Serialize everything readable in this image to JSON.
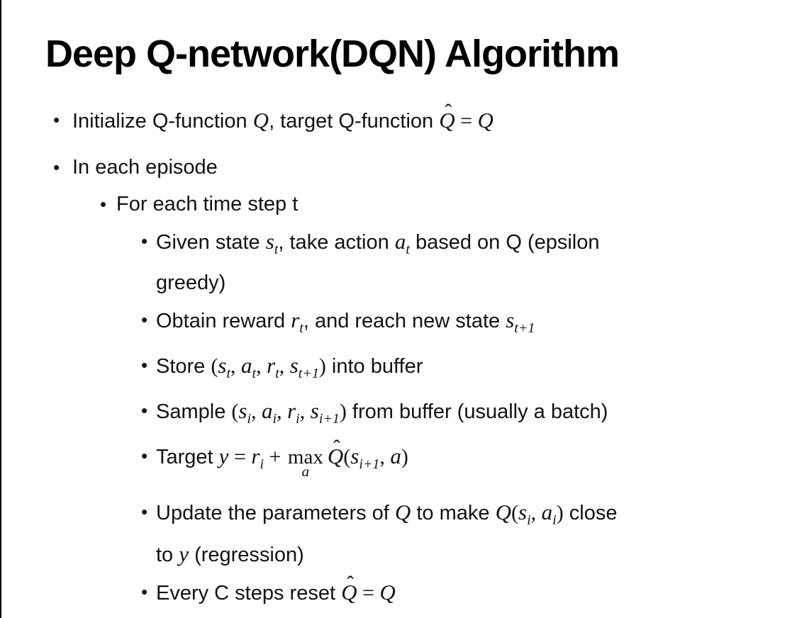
{
  "glyphs": {
    "bullet": "•",
    "hat": "ˆ"
  },
  "colors": {
    "background": "#ffffff",
    "text": "#121212",
    "border": "#000000"
  },
  "slide": {
    "title": "Deep Q-network(DQN) Algorithm",
    "bullets": [
      {
        "level": 1,
        "segments": [
          {
            "k": "t",
            "v": "Initialize Q-function "
          },
          {
            "k": "m",
            "v": "Q"
          },
          {
            "k": "t",
            "v": ", target Q-function "
          },
          {
            "k": "h",
            "v": "Q"
          },
          {
            "k": "o",
            "v": " = "
          },
          {
            "k": "m",
            "v": "Q"
          }
        ]
      },
      {
        "level": 1,
        "segments": [
          {
            "k": "t",
            "v": "In each episode"
          }
        ]
      },
      {
        "level": 2,
        "segments": [
          {
            "k": "t",
            "v": "For each time step t"
          }
        ]
      },
      {
        "level": 3,
        "segments": [
          {
            "k": "t",
            "v": "Given state "
          },
          {
            "k": "m",
            "v": "s"
          },
          {
            "k": "s",
            "v": "t"
          },
          {
            "k": "t",
            "v": ", take action "
          },
          {
            "k": "m",
            "v": "a"
          },
          {
            "k": "s",
            "v": "t"
          },
          {
            "k": "t",
            "v": " based on Q (epsilon"
          },
          {
            "k": "br"
          },
          {
            "k": "t",
            "v": "greedy)"
          }
        ]
      },
      {
        "level": 3,
        "segments": [
          {
            "k": "t",
            "v": "Obtain reward "
          },
          {
            "k": "m",
            "v": "r"
          },
          {
            "k": "s",
            "v": "t"
          },
          {
            "k": "t",
            "v": ", and reach new state "
          },
          {
            "k": "m",
            "v": "s"
          },
          {
            "k": "s",
            "v": "t+1"
          }
        ]
      },
      {
        "level": 3,
        "segments": [
          {
            "k": "t",
            "v": "Store "
          },
          {
            "k": "o",
            "v": "("
          },
          {
            "k": "m",
            "v": "s"
          },
          {
            "k": "s",
            "v": "t"
          },
          {
            "k": "o",
            "v": ", "
          },
          {
            "k": "m",
            "v": "a"
          },
          {
            "k": "s",
            "v": "t"
          },
          {
            "k": "o",
            "v": ", "
          },
          {
            "k": "m",
            "v": "r"
          },
          {
            "k": "s",
            "v": "t"
          },
          {
            "k": "o",
            "v": ", "
          },
          {
            "k": "m",
            "v": "s"
          },
          {
            "k": "s",
            "v": "t+1"
          },
          {
            "k": "o",
            "v": ")"
          },
          {
            "k": "t",
            "v": " into buffer"
          }
        ]
      },
      {
        "level": 3,
        "segments": [
          {
            "k": "t",
            "v": "Sample "
          },
          {
            "k": "o",
            "v": "("
          },
          {
            "k": "m",
            "v": "s"
          },
          {
            "k": "s",
            "v": "i"
          },
          {
            "k": "o",
            "v": ", "
          },
          {
            "k": "m",
            "v": "a"
          },
          {
            "k": "s",
            "v": "i"
          },
          {
            "k": "o",
            "v": ", "
          },
          {
            "k": "m",
            "v": "r"
          },
          {
            "k": "s",
            "v": "i"
          },
          {
            "k": "o",
            "v": ", "
          },
          {
            "k": "m",
            "v": "s"
          },
          {
            "k": "s",
            "v": "i+1"
          },
          {
            "k": "o",
            "v": ")"
          },
          {
            "k": "t",
            "v": " from buffer (usually a batch)"
          }
        ]
      },
      {
        "level": 3,
        "segments": [
          {
            "k": "t",
            "v": "Target "
          },
          {
            "k": "m",
            "v": "y"
          },
          {
            "k": "o",
            "v": " = "
          },
          {
            "k": "m",
            "v": "r"
          },
          {
            "k": "s",
            "v": "i"
          },
          {
            "k": "o",
            "v": " + "
          },
          {
            "k": "u",
            "v": {
              "base": "max",
              "sub": "a"
            }
          },
          {
            "k": "h",
            "v": "Q"
          },
          {
            "k": "o",
            "v": "("
          },
          {
            "k": "m",
            "v": "s"
          },
          {
            "k": "s",
            "v": "i+1"
          },
          {
            "k": "o",
            "v": ", "
          },
          {
            "k": "m",
            "v": "a"
          },
          {
            "k": "o",
            "v": ")"
          }
        ]
      },
      {
        "level": 3,
        "segments": [
          {
            "k": "t",
            "v": "Update the parameters of "
          },
          {
            "k": "m",
            "v": "Q"
          },
          {
            "k": "t",
            "v": " to make "
          },
          {
            "k": "m",
            "v": "Q"
          },
          {
            "k": "o",
            "v": "("
          },
          {
            "k": "m",
            "v": "s"
          },
          {
            "k": "s",
            "v": "i"
          },
          {
            "k": "o",
            "v": ", "
          },
          {
            "k": "m",
            "v": "a"
          },
          {
            "k": "s",
            "v": "i"
          },
          {
            "k": "o",
            "v": ")"
          },
          {
            "k": "t",
            "v": " close"
          },
          {
            "k": "br"
          },
          {
            "k": "t",
            "v": "to "
          },
          {
            "k": "m",
            "v": "y"
          },
          {
            "k": "t",
            "v": " (regression)"
          }
        ]
      },
      {
        "level": 3,
        "segments": [
          {
            "k": "t",
            "v": "Every C steps reset "
          },
          {
            "k": "h",
            "v": "Q"
          },
          {
            "k": "o",
            "v": " = "
          },
          {
            "k": "m",
            "v": "Q"
          }
        ]
      }
    ]
  }
}
